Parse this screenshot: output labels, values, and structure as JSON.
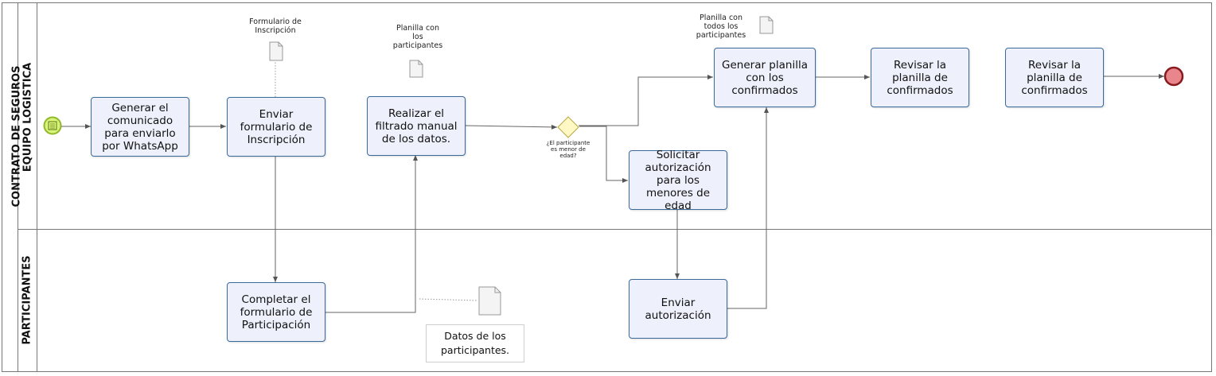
{
  "pool": {
    "title": "CONTRATO DE SEGUROS",
    "lanes": [
      {
        "title": "EQUIPO LOGISTICA"
      },
      {
        "title": "PARTICIPANTES"
      }
    ]
  },
  "tasks": {
    "t1": "Generar el comunicado para enviarlo por WhatsApp",
    "t2": "Enviar formulario de Inscripción",
    "t3": "Realizar el filtrado manual de los datos.",
    "t4": "Generar planilla con los confirmados",
    "t5": "Revisar la planilla de confirmados",
    "t6": "Revisar la planilla de confirmados",
    "t7": "Solicitar autorización para los menores de edad",
    "t8": "Completar el formulario de Participación",
    "t9": "Enviar autorización"
  },
  "data_objects": {
    "d1": "Formulario de Inscripción",
    "d2": "Planilla con los participantes",
    "d3": "Planilla con todos los participantes"
  },
  "gateway": {
    "label": "¿El participante es menor de edad?"
  },
  "annotation": {
    "text": "Datos de los participantes."
  },
  "colors": {
    "task_fill": "#eef1fb",
    "task_border": "#3a6a9a",
    "start_fill": "#d9f27a",
    "end_fill": "#e8868c",
    "gateway_fill": "#fff8c4"
  }
}
